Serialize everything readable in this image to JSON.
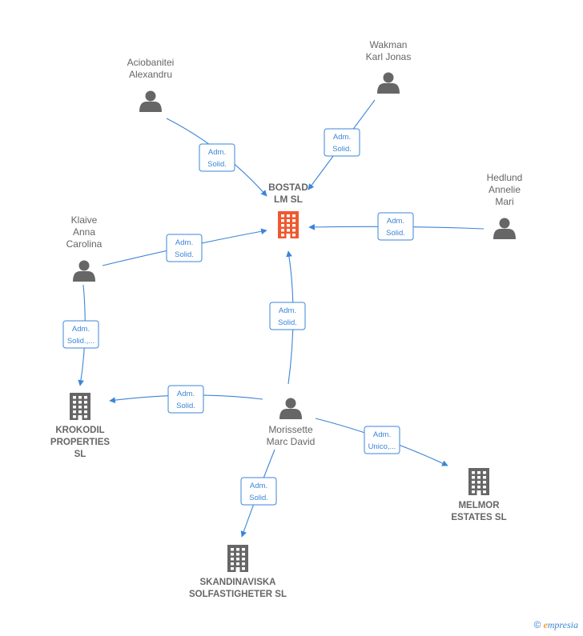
{
  "colors": {
    "edge": "#3b85d8",
    "person": "#666666",
    "company": "#666666",
    "main_company": "#ee5a2f"
  },
  "nodes": [
    {
      "id": "bostad",
      "type": "company-main",
      "label": [
        "BOSTAD",
        "LM  SL"
      ]
    },
    {
      "id": "aciobanitei",
      "type": "person",
      "label": [
        "Aciobanitei",
        "Alexandru"
      ]
    },
    {
      "id": "wakman",
      "type": "person",
      "label": [
        "Wakman",
        "Karl Jonas"
      ]
    },
    {
      "id": "hedlund",
      "type": "person",
      "label": [
        "Hedlund",
        "Annelie",
        "Mari"
      ]
    },
    {
      "id": "klaive",
      "type": "person",
      "label": [
        "Klaive",
        "Anna",
        "Carolina"
      ]
    },
    {
      "id": "morissette",
      "type": "person",
      "label": [
        "Morissette",
        "Marc David"
      ]
    },
    {
      "id": "krokodil",
      "type": "company",
      "label": [
        "KROKODIL",
        "PROPERTIES",
        "SL"
      ]
    },
    {
      "id": "melmor",
      "type": "company",
      "label": [
        "MELMOR",
        "ESTATES  SL"
      ]
    },
    {
      "id": "skandinaviska",
      "type": "company",
      "label": [
        "SKANDINAVISKA",
        "SOLFASTIGHETER SL"
      ]
    }
  ],
  "edges": [
    {
      "from": "aciobanitei",
      "to": "bostad",
      "label": [
        "Adm.",
        "Solid."
      ]
    },
    {
      "from": "wakman",
      "to": "bostad",
      "label": [
        "Adm.",
        "Solid."
      ]
    },
    {
      "from": "hedlund",
      "to": "bostad",
      "label": [
        "Adm.",
        "Solid."
      ]
    },
    {
      "from": "klaive",
      "to": "bostad",
      "label": [
        "Adm.",
        "Solid."
      ]
    },
    {
      "from": "morissette",
      "to": "bostad",
      "label": [
        "Adm.",
        "Solid."
      ]
    },
    {
      "from": "klaive",
      "to": "krokodil",
      "label": [
        "Adm.",
        "Solid.,..."
      ]
    },
    {
      "from": "morissette",
      "to": "krokodil",
      "label": [
        "Adm.",
        "Solid."
      ]
    },
    {
      "from": "morissette",
      "to": "melmor",
      "label": [
        "Adm.",
        "Unico,..."
      ]
    },
    {
      "from": "morissette",
      "to": "skandinaviska",
      "label": [
        "Adm.",
        "Solid."
      ]
    }
  ],
  "watermark": {
    "copyright": "©",
    "brand_initial": "e",
    "brand_rest": "mpresia"
  }
}
